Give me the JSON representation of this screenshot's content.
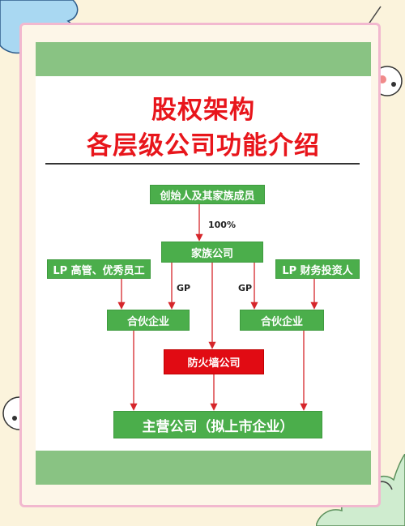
{
  "title": {
    "line1": "股权架构",
    "line2": "各层级公司功能介绍"
  },
  "nodes": {
    "founder": "创始人及其家族成员",
    "family_company": "家族公司",
    "lp_left": "LP  高管、优秀员工",
    "lp_right": "LP  财务投资人",
    "partnership_left": "合伙企业",
    "partnership_right": "合伙企业",
    "firewall_company": "防火墙公司",
    "main_company": "主营公司（拟上市企业）"
  },
  "edge_labels": {
    "ownership": "100%",
    "gp_left": "GP",
    "gp_right": "GP"
  },
  "colors": {
    "title": "#e8151b",
    "node_green": "#4bae4b",
    "node_red": "#e10b13",
    "arrow": "#d6262b",
    "band": "#89c383",
    "frame": "#f2b8cf"
  }
}
